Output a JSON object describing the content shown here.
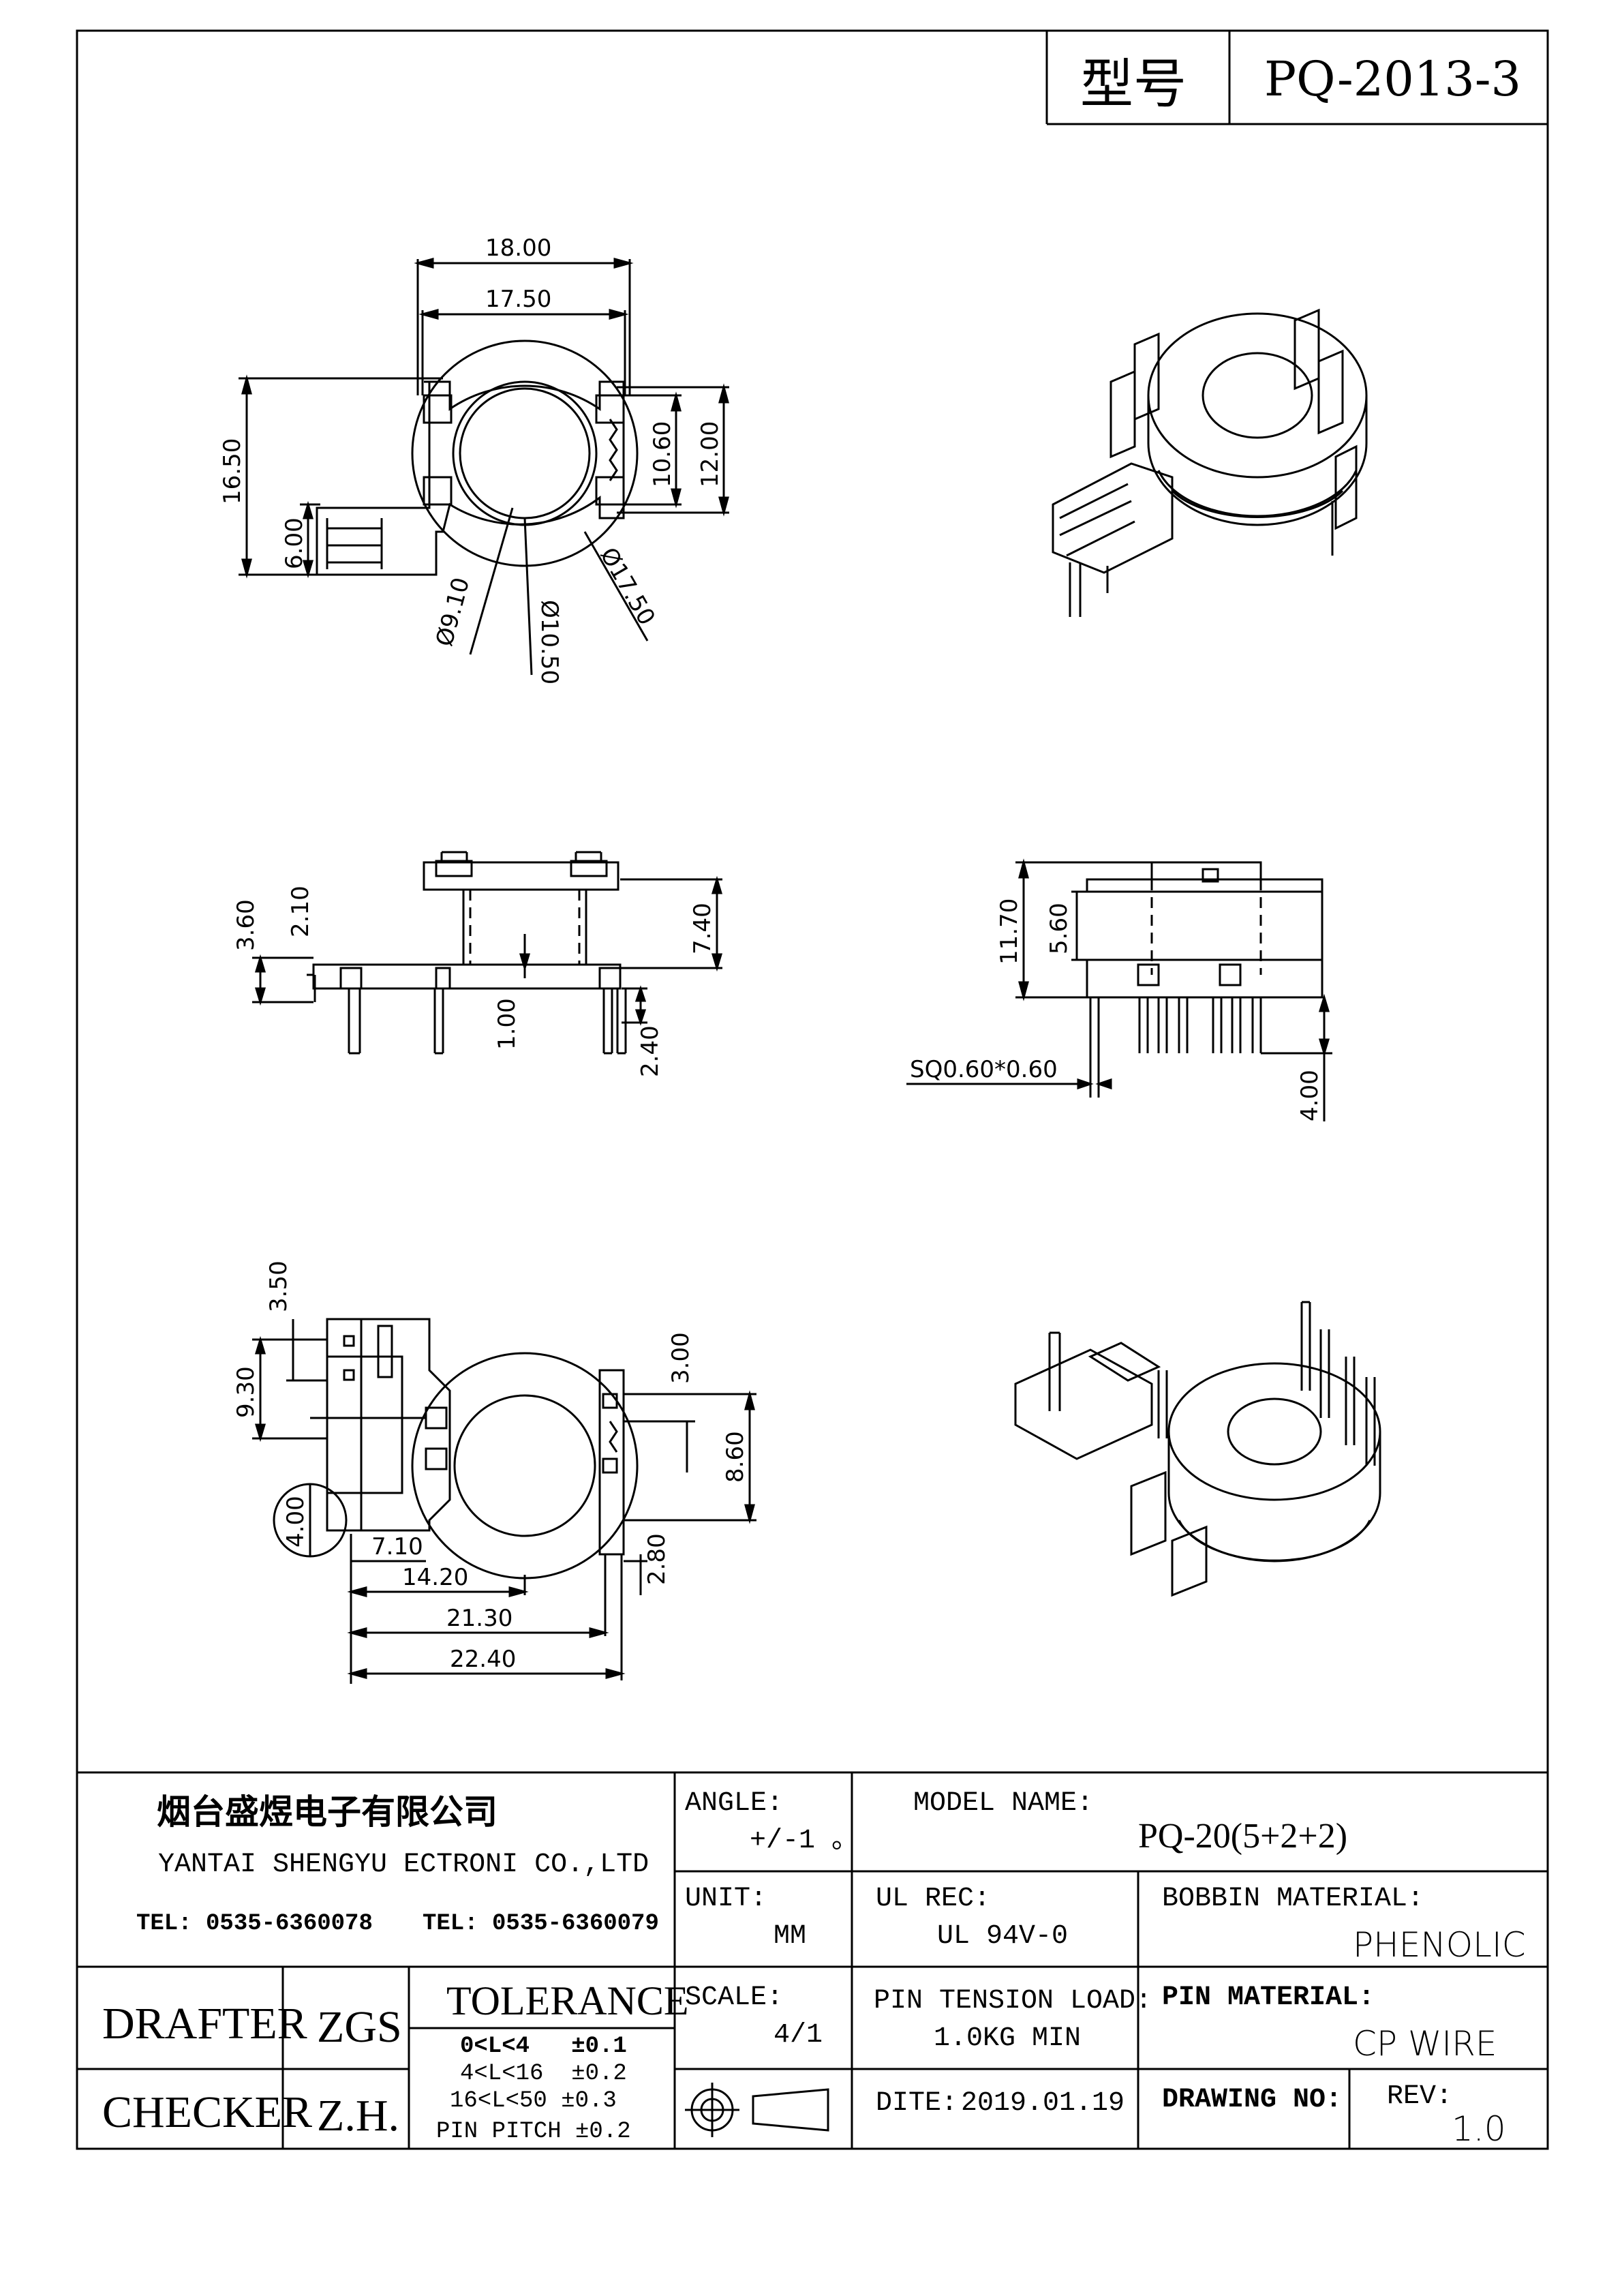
{
  "header": {
    "model_label": "型号",
    "model_value": "PQ-2013-3"
  },
  "dimensions": {
    "top_width_outer": "18.00",
    "top_width_inner": "17.50",
    "top_height": "16.50",
    "tab_width": "6.00",
    "core_10_60": "10.60",
    "core_12_00": "12.00",
    "dia_9_10": "Ø9.10",
    "dia_10_50": "Ø10.50",
    "dia_17_50": "Ø17.50",
    "side_3_60": "3.60",
    "side_2_10": "2.10",
    "side_7_40": "7.40",
    "side_1_00": "1.00",
    "side_2_40": "2.40",
    "front_11_70": "11.70",
    "front_5_60": "5.60",
    "front_sq": "SQ0.60*0.60",
    "front_4_00": "4.00",
    "bot_3_50": "3.50",
    "bot_9_30": "9.30",
    "bot_4_00": "4.00",
    "bot_3_00": "3.00",
    "bot_8_60": "8.60",
    "bot_2_80": "2.80",
    "bot_7_10": "7.10",
    "bot_14_20": "14.20",
    "bot_21_30": "21.30",
    "bot_22_40": "22.40"
  },
  "title_block": {
    "company_cn": "烟台盛煜电子有限公司",
    "company_en": "YANTAI SHENGYU ECTRONI CO.,LTD",
    "tel1": "TEL: 0535-6360078",
    "tel2": "TEL: 0535-6360079",
    "drafter_label": "DRAFTER",
    "drafter_value": "ZGS",
    "checker_label": "CHECKER",
    "checker_value": "Z.H.",
    "tolerance_label": "TOLERANCE",
    "tol_row1": "0<L<4   ±0.1",
    "tol_row2": "4<L<16  ±0.2",
    "tol_row3": "16<L<50 ±0.3",
    "tol_row4": "PIN PITCH ±0.2",
    "angle_label": "ANGLE:",
    "angle_value": "+/-1 。",
    "unit_label": "UNIT:",
    "unit_value": "MM",
    "scale_label": "SCALE:",
    "scale_value": "4/1",
    "model_name_label": "MODEL NAME:",
    "model_name_value": "PQ-20(5+2+2)",
    "ul_label": "UL REC:",
    "ul_value": "UL 94V-0",
    "bobbin_label": "BOBBIN MATERIAL:",
    "bobbin_value": "PHENOLIC",
    "pin_tension_label": "PIN TENSION LOAD:",
    "pin_tension_value": "1.0KG MIN",
    "pin_material_label": "PIN MATERIAL:",
    "pin_material_value": "CP WIRE",
    "date_label": "DITE:",
    "date_value": "2019.01.19",
    "drawing_no_label": "DRAWING NO:",
    "rev_label": "REV:",
    "rev_value": "1.0"
  }
}
